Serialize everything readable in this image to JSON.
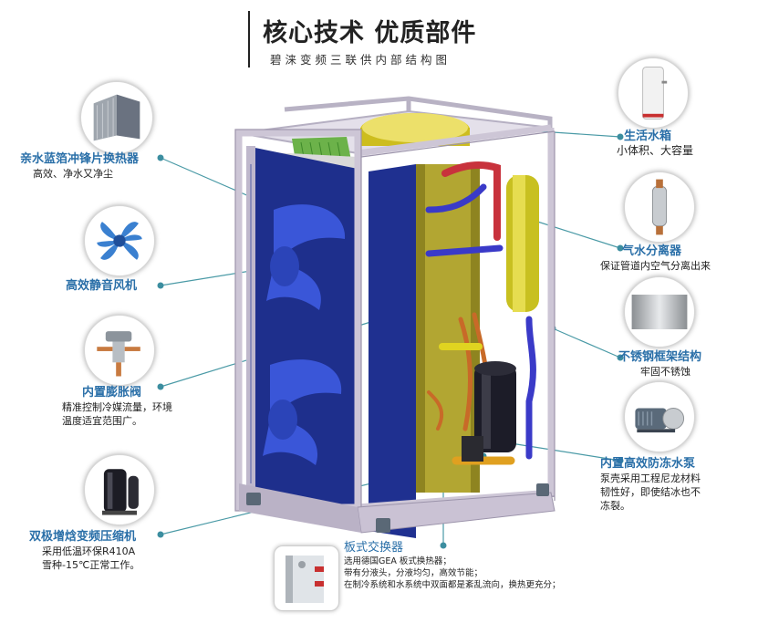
{
  "header": {
    "title": "核心技术  优质部件",
    "subtitle": "碧涞变频三联供内部结构图"
  },
  "components": [
    {
      "id": "heat-exchanger",
      "name": "亲水蓝箔冲锋片换热器",
      "desc": [
        "高效、净水又净尘"
      ],
      "icon": "finned-heat-exchanger-icon"
    },
    {
      "id": "fan",
      "name": "高效静音风机",
      "desc": [],
      "icon": "fan-icon"
    },
    {
      "id": "expansion-valve",
      "name": "内置膨胀阀",
      "desc": [
        "精准控制冷媒流量，环境",
        "温度适宜范围广。"
      ],
      "icon": "expansion-valve-icon"
    },
    {
      "id": "compressor",
      "name": "双极增焓变频压缩机",
      "desc": [
        "采用低温环保R410A",
        "雪种-15℃正常工作。"
      ],
      "icon": "compressor-icon"
    },
    {
      "id": "plate-exchanger",
      "name": "板式交换器",
      "desc": [
        "选用德国GEA 板式换热器；",
        "带有分液头，分液均匀，高效节能；",
        "在制冷系统和水系统中双面都是紊乱流向，换热更充分；"
      ],
      "icon": "plate-heat-exchanger-icon"
    },
    {
      "id": "water-tank",
      "name": "生活水箱",
      "desc": [
        "小体积、大容量"
      ],
      "icon": "water-tank-icon"
    },
    {
      "id": "separator",
      "name": "气水分离器",
      "desc": [
        "保证管道内空气分离出来"
      ],
      "icon": "gas-water-separator-icon"
    },
    {
      "id": "frame",
      "name": "不锈钢框架结构",
      "desc": [
        "牢固不锈蚀"
      ],
      "icon": "stainless-steel-frame-icon"
    },
    {
      "id": "pump",
      "name": "内置高效防冻水泵",
      "desc": [
        "泵壳采用工程尼龙材料",
        "韧性好，即使结冰也不",
        "冻裂。"
      ],
      "icon": "water-pump-icon"
    }
  ],
  "colors": {
    "accent": "#2a6fa8",
    "leader": "#4a9aa6",
    "panel": "#1e2f8c",
    "tank": "#d8c826",
    "frame": "#cdc6d6"
  }
}
